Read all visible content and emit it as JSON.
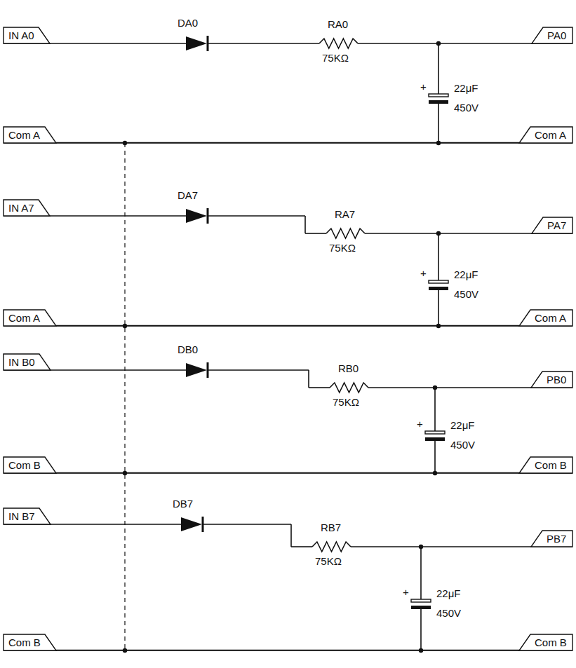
{
  "diagram": {
    "nodes": [
      {
        "text": [
          "IN A0"
        ]
      },
      {
        "text": [
          "PA0"
        ]
      },
      {
        "text": [
          "Com A"
        ]
      },
      {
        "text": [
          "Com A"
        ]
      },
      {
        "text": [
          "IN A7"
        ]
      },
      {
        "text": [
          "PA7"
        ]
      },
      {
        "text": [
          "Com A"
        ]
      },
      {
        "text": [
          "Com A"
        ]
      },
      {
        "text": [
          "IN B0"
        ]
      },
      {
        "text": [
          "PB0"
        ]
      },
      {
        "text": [
          "Com B"
        ]
      },
      {
        "text": [
          "Com B"
        ]
      },
      {
        "text": [
          "IN B7"
        ]
      },
      {
        "text": [
          "PB7"
        ]
      },
      {
        "text": [
          "Com B"
        ]
      },
      {
        "text": [
          "Com B"
        ]
      }
    ],
    "edges": [
      {
        "from": 2,
        "to": 3,
        "arrow": "none"
      },
      {
        "from": 6,
        "to": 7,
        "arrow": "none"
      },
      {
        "from": 10,
        "to": 11,
        "arrow": "none"
      },
      {
        "from": 14,
        "to": 15,
        "arrow": "none"
      }
    ],
    "labels": [
      "DA0",
      "RA0",
      "75KΩ",
      "+",
      "22μF",
      "450V",
      "DA7",
      "RA7",
      "75KΩ",
      "+",
      "22μF",
      "450V",
      "DB0",
      "RB0",
      "75KΩ",
      "+",
      "22μF",
      "450V",
      "DB7",
      "RB7",
      "75KΩ",
      "+",
      "22μF",
      "450V"
    ]
  }
}
